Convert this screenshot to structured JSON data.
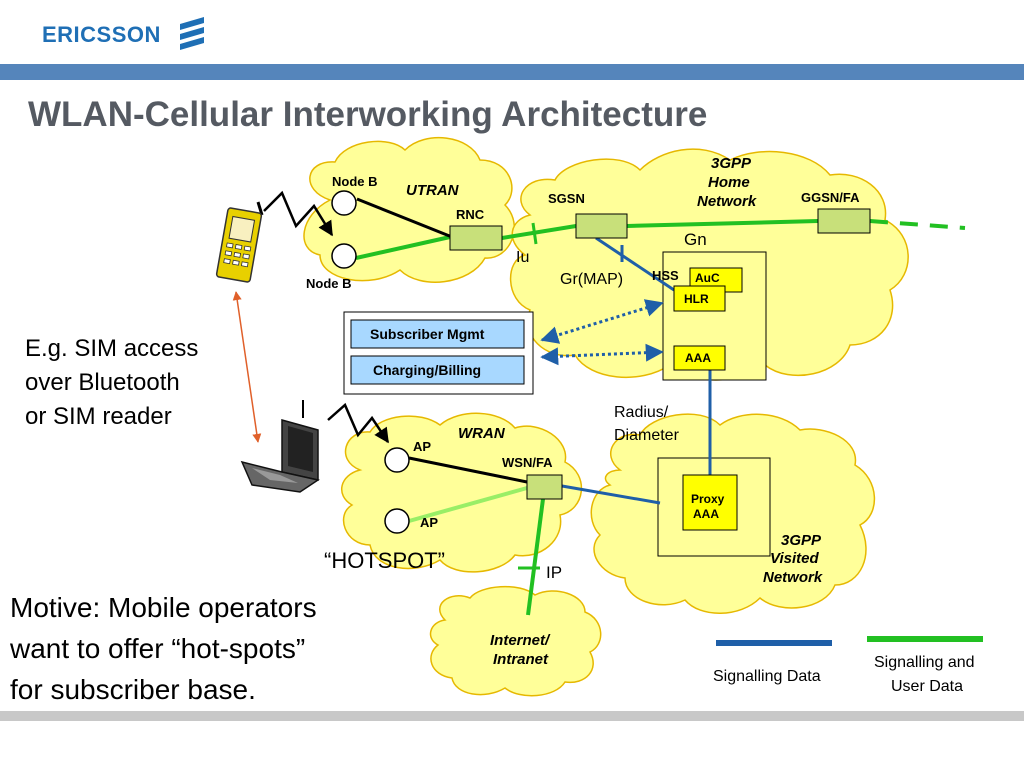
{
  "header": {
    "brand": "ERICSSON",
    "title": "WLAN-Cellular Interworking Architecture"
  },
  "clouds": {
    "utran": "UTRAN",
    "home": [
      "3GPP",
      "Home",
      "Network"
    ],
    "wran": "WRAN",
    "visited": [
      "3GPP",
      "Visited",
      "Network"
    ],
    "internet": [
      "Internet/",
      "Intranet"
    ]
  },
  "nodes": {
    "node_b_1": "Node B",
    "node_b_2": "Node B",
    "rnc": "RNC",
    "sgsn": "SGSN",
    "ggsn": "GGSN/FA",
    "hss": "HSS",
    "auc": "AuC",
    "hlr": "HLR",
    "aaa": "AAA",
    "ap_1": "AP",
    "ap_2": "AP",
    "wsn": "WSN/FA",
    "proxy_aaa": [
      "Proxy",
      "AAA"
    ]
  },
  "interfaces": {
    "iu": "Iu",
    "gn": "Gn",
    "gr": "Gr(MAP)",
    "radius": [
      "Radius/",
      "Diameter"
    ],
    "ip": "IP"
  },
  "mgmt": {
    "subscriber": "Subscriber Mgmt",
    "charging": "Charging/Billing"
  },
  "notes": {
    "sim": [
      "E.g. SIM access",
      "over Bluetooth",
      "or SIM reader"
    ],
    "hotspot": "“HOTSPOT”",
    "motive": [
      "Motive: Mobile operators",
      "want to offer “hot-spots”",
      "for subscriber base."
    ]
  },
  "legend": {
    "signalling": "Signalling Data",
    "user": [
      "Signalling and",
      "User Data"
    ]
  },
  "colors": {
    "brand": "#1f6fb5",
    "bar": "#5585bb",
    "cloud": "#ffff99",
    "signalling": "#1f5fa8",
    "user_data": "#22c022",
    "node_green": "#c8e07a",
    "node_yellow": "#ffff00",
    "mgmt_box": "#a8d8ff"
  }
}
